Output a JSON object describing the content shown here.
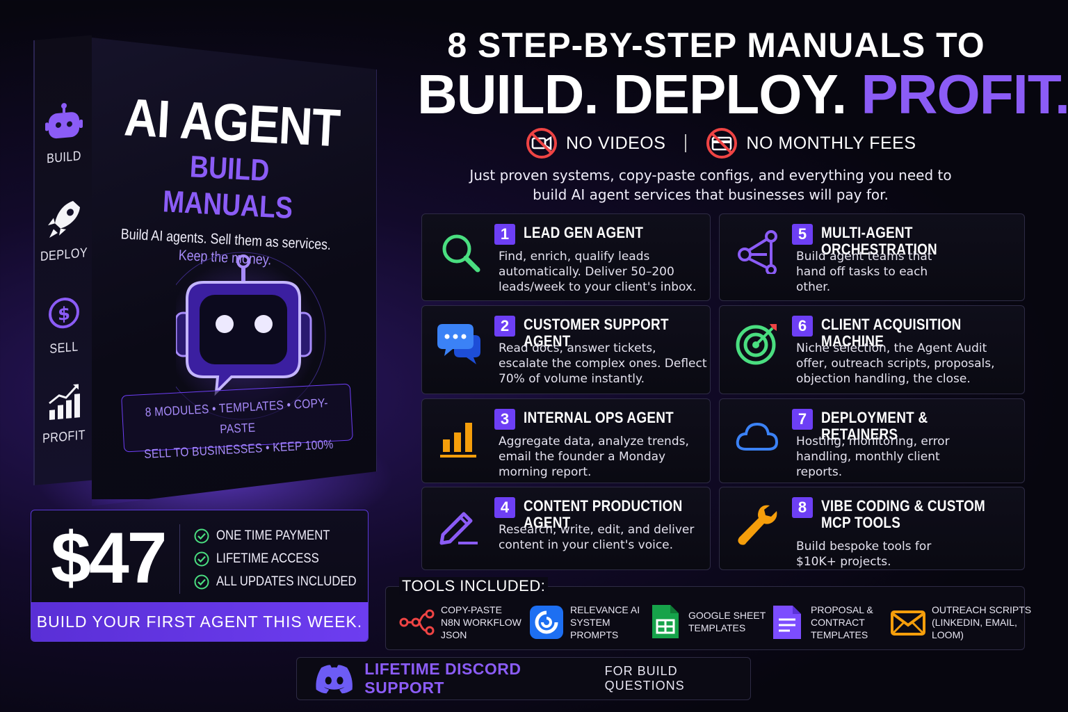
{
  "colors": {
    "accent": "#8b5cf6",
    "accent_dark": "#6d3ff5",
    "green": "#4ade80",
    "orange": "#f59e0b",
    "blue": "#3b82f6"
  },
  "box": {
    "spine": [
      {
        "icon": "robot-icon",
        "label": "BUILD"
      },
      {
        "icon": "rocket-icon",
        "label": "DEPLOY"
      },
      {
        "icon": "dollar-icon",
        "label": "SELL"
      },
      {
        "icon": "growth-chart-icon",
        "label": "PROFIT"
      }
    ],
    "title": "AI AGENT",
    "subtitle": "BUILD MANUALS",
    "tagline": "Build AI agents. Sell them as services.",
    "tagline_accent": "Keep the money.",
    "tags_line1": "8 MODULES • TEMPLATES • COPY-PASTE",
    "tags_line2": "SELL TO BUSINESSES • KEEP 100%"
  },
  "pricing": {
    "price": "$47",
    "perks": [
      "ONE TIME PAYMENT",
      "LIFETIME ACCESS",
      "ALL UPDATES INCLUDED"
    ],
    "cta": "BUILD YOUR FIRST AGENT THIS WEEK."
  },
  "headline": {
    "line1": "8 STEP-BY-STEP MANUALS TO",
    "line2_white": "BUILD. DEPLOY.",
    "line2_accent": "PROFIT."
  },
  "nos": [
    {
      "icon": "no-video-icon",
      "label": "NO VIDEOS"
    },
    {
      "icon": "no-card-icon",
      "label": "NO MONTHLY FEES"
    }
  ],
  "subtext_line1": "Just proven systems, copy-paste configs, and everything you need to",
  "subtext_line2": "build AI agent services that businesses will pay for.",
  "modules": [
    {
      "num": "1",
      "icon": "search-icon",
      "title": "LEAD GEN AGENT",
      "desc": "Find, enrich, qualify leads automatically. Deliver 50–200 leads/week to your client's inbox."
    },
    {
      "num": "2",
      "icon": "chat-icon",
      "title": "CUSTOMER SUPPORT AGENT",
      "desc": "Read docs, answer tickets, escalate the complex ones. Deflect 70% of volume instantly."
    },
    {
      "num": "3",
      "icon": "bar-chart-icon",
      "title": "INTERNAL OPS AGENT",
      "desc": "Aggregate data, analyze trends, email the founder a Monday morning report."
    },
    {
      "num": "4",
      "icon": "pencil-icon",
      "title": "CONTENT PRODUCTION AGENT",
      "desc": "Research, write, edit, and deliver content in your client's voice."
    },
    {
      "num": "5",
      "icon": "network-icon",
      "title": "MULTI-AGENT ORCHESTRATION",
      "desc": "Build agent teams that hand off tasks to each other."
    },
    {
      "num": "6",
      "icon": "target-icon",
      "title": "CLIENT ACQUISITION MACHINE",
      "desc": "Niche selection, the Agent Audit offer, outreach scripts, proposals, objection handling, the close."
    },
    {
      "num": "7",
      "icon": "cloud-icon",
      "title": "DEPLOYMENT & RETAINERS",
      "desc": "Hosting, monitoring, error handling, monthly client reports."
    },
    {
      "num": "8",
      "icon": "wrench-icon",
      "title": "VIBE CODING & CUSTOM MCP TOOLS",
      "desc": "Build bespoke tools for $10K+ projects."
    }
  ],
  "tools": {
    "heading": "TOOLS INCLUDED:",
    "items": [
      {
        "icon": "n8n-workflow-icon",
        "label": "COPY-PASTE\nN8N WORKFLOW\nJSON"
      },
      {
        "icon": "relevance-ai-icon",
        "label": "RELEVANCE AI\nSYSTEM\nPROMPTS"
      },
      {
        "icon": "google-sheets-icon",
        "label": "GOOGLE SHEET\nTEMPLATES"
      },
      {
        "icon": "document-icon",
        "label": "PROPOSAL &\nCONTRACT\nTEMPLATES"
      },
      {
        "icon": "envelope-icon",
        "label": "OUTREACH SCRIPTS\n(LINKEDIN, EMAIL,\nLOOM)"
      }
    ]
  },
  "discord": {
    "icon": "discord-icon",
    "highlight": "LIFETIME DISCORD SUPPORT",
    "rest": "FOR BUILD QUESTIONS"
  }
}
